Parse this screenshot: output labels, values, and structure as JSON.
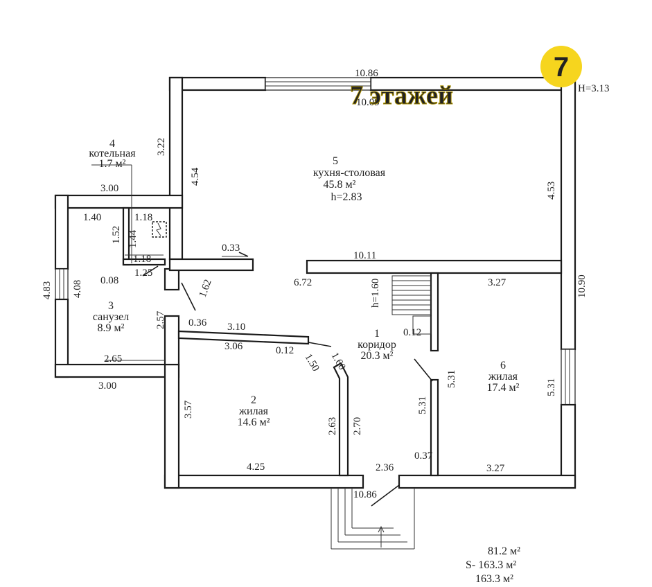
{
  "colors": {
    "accent": "#f6d51e",
    "wall": "#1a1a1a"
  },
  "header": {
    "height_label": "H=3.13"
  },
  "watermark": {
    "text": "7 этажей",
    "badge": "7"
  },
  "rooms": [
    {
      "num": "1",
      "name": "коридор",
      "area": "20.3 м²"
    },
    {
      "num": "2",
      "name": "жилая",
      "area": "14.6 м²"
    },
    {
      "num": "3",
      "name": "санузел",
      "area": "8.9 м²"
    },
    {
      "num": "4",
      "name": "котельная",
      "area": "1.7 м²"
    },
    {
      "num": "5",
      "name": "кухня-столовая",
      "area": "45.8 м²",
      "height": "h=2.83"
    },
    {
      "num": "6",
      "name": "жилая",
      "area": "17.4 м²"
    }
  ],
  "dims": {
    "top_outer": "10.86",
    "top_inner": "10.09",
    "left_322": "3.22",
    "k_454": "4.54",
    "right_453": "4.53",
    "right_1090": "10.90",
    "w300_top": "3.00",
    "w140": "1.40",
    "w118a": "1.18",
    "w152": "1.52",
    "w144": "1.44",
    "w118b": "1.18",
    "w125": "1.25",
    "w008": "0.08",
    "w483": "4.83",
    "w408": "4.08",
    "w033": "0.33",
    "w162": "1.62",
    "w1011": "10.11",
    "w672": "6.72",
    "h160": "h=1.60",
    "w327_top": "3.27",
    "w257": "2.57",
    "w036": "0.36",
    "w310": "3.10",
    "w306": "3.06",
    "w012a": "0.12",
    "w150": "1.50",
    "w160": "1.60",
    "w012b": "0.12",
    "w265": "2.65",
    "w300_bot": "3.00",
    "w531a": "5.31",
    "w531b": "5.31",
    "w531c": "5.31",
    "w357": "3.57",
    "w263": "2.63",
    "w270": "2.70",
    "w037": "0.37",
    "w425": "4.25",
    "w236": "2.36",
    "w327_bot": "3.27",
    "bottom_outer": "10.86"
  },
  "totals": {
    "area_1": "81.2 м²",
    "area_total": "S- 163.3 м²",
    "area_2": "163.3 м²"
  }
}
